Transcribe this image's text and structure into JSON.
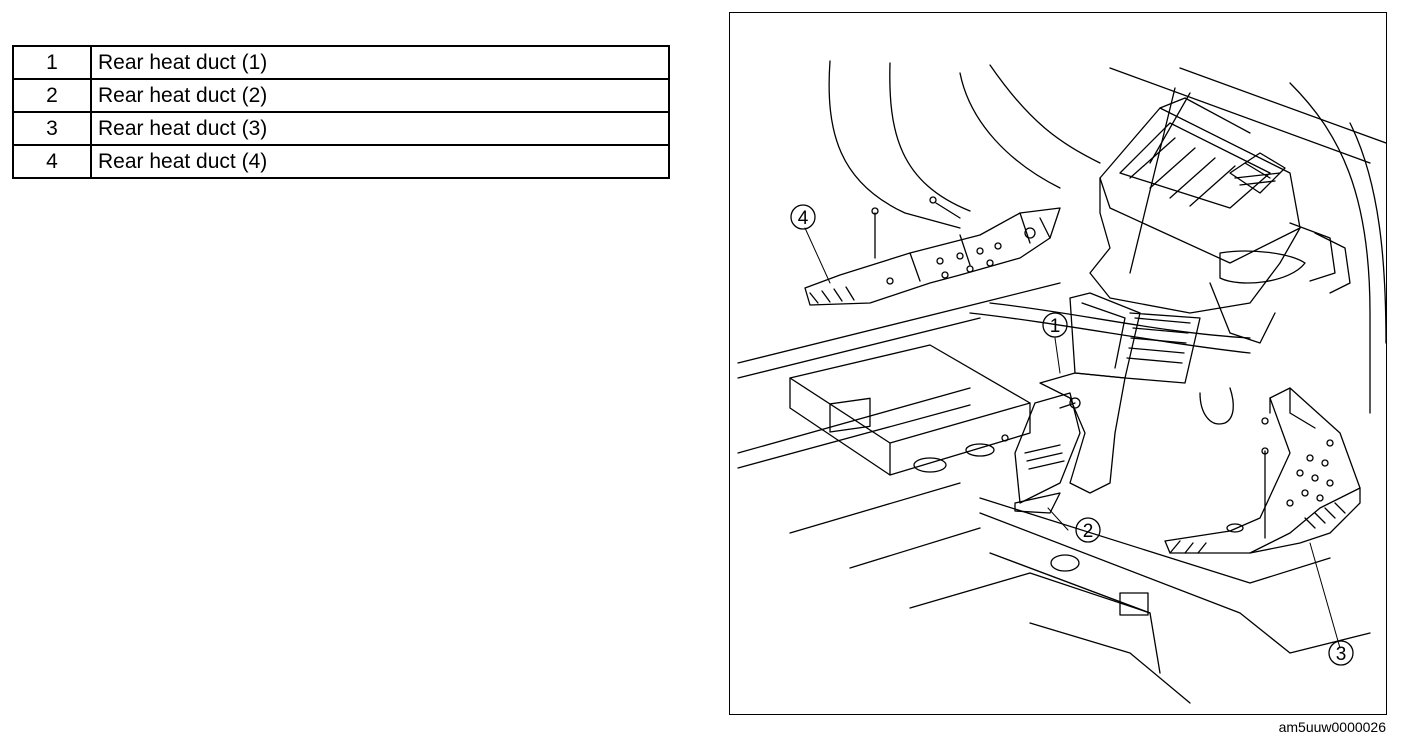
{
  "parts": [
    {
      "number": "1",
      "name": "Rear heat duct (1)"
    },
    {
      "number": "2",
      "name": "Rear heat duct (2)"
    },
    {
      "number": "3",
      "name": "Rear heat duct (3)"
    },
    {
      "number": "4",
      "name": "Rear heat duct (4)"
    }
  ],
  "callouts": [
    "1",
    "2",
    "3",
    "4"
  ],
  "figure_id": "am5uuw0000026",
  "colors": {
    "line": "#000000",
    "background": "#ffffff"
  }
}
